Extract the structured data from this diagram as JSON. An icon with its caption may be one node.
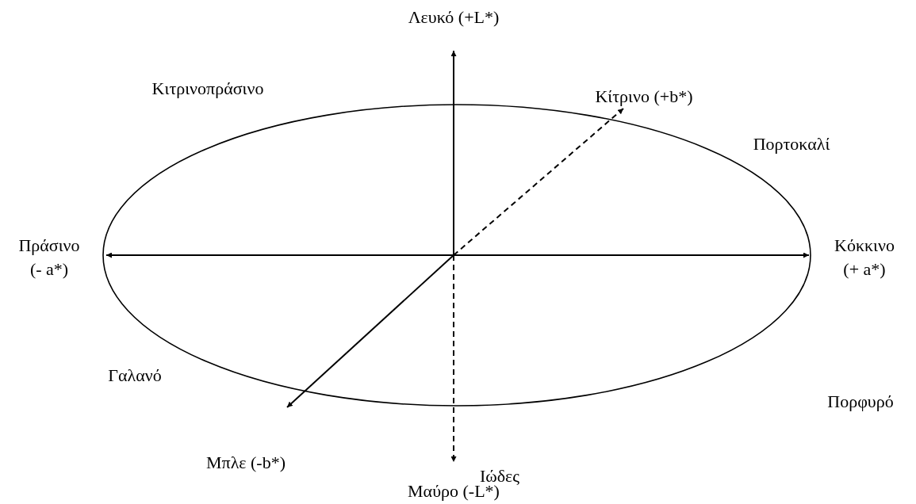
{
  "diagram": {
    "labels": [
      "Λευκό (+L*)",
      "Κίτρινο (+b*)",
      "Κιτρινοπράσινο",
      "Πορτοκαλί",
      "Πράσινο (- a*)",
      "Κόκκινο (+ a*)",
      "Γαλανό",
      "Πορφυρό",
      "Μπλε (-b*)",
      "Ιώδες",
      "Μαύρο (-L*)"
    ]
  }
}
